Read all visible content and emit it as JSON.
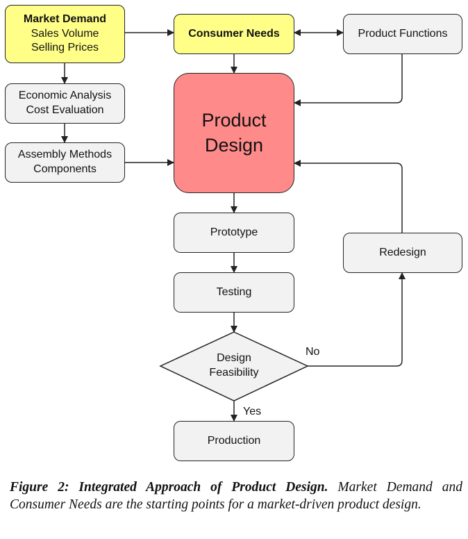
{
  "nodes": {
    "market_demand": {
      "title": "Market Demand",
      "line2": "Sales Volume",
      "line3": "Selling Prices"
    },
    "consumer_needs": {
      "title": "Consumer Needs"
    },
    "product_functions": {
      "label": "Product Functions"
    },
    "economic_analysis": {
      "line1": "Economic Analysis",
      "line2": "Cost Evaluation"
    },
    "assembly_methods": {
      "line1": "Assembly Methods",
      "line2": "Components"
    },
    "product_design": {
      "line1": "Product",
      "line2": "Design"
    },
    "prototype": {
      "label": "Prototype"
    },
    "testing": {
      "label": "Testing"
    },
    "design_feasibility": {
      "line1": "Design",
      "line2": "Feasibility"
    },
    "production": {
      "label": "Production"
    },
    "redesign": {
      "label": "Redesign"
    }
  },
  "edge_labels": {
    "no": "No",
    "yes": "Yes"
  },
  "caption": {
    "bold": "Figure 2: Integrated Approach of Product Design.",
    "text": " Market Demand and Consumer Needs are the starting points for a market-driven product design."
  },
  "colors": {
    "yellow": "#ffff88",
    "red": "#ff8a8a",
    "gray": "#f2f2f2",
    "line": "#222222"
  }
}
